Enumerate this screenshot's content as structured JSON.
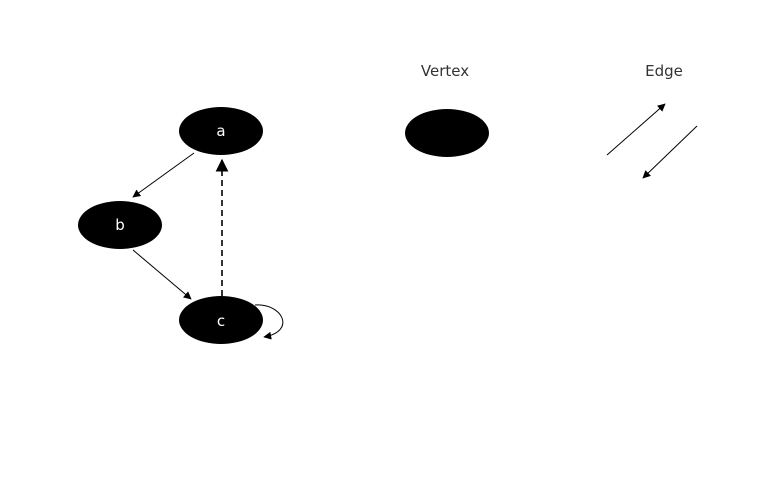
{
  "nodes": [
    {
      "id": "a",
      "label": "a"
    },
    {
      "id": "b",
      "label": "b"
    },
    {
      "id": "c",
      "label": "c"
    }
  ],
  "edges": [
    {
      "from": "a",
      "to": "b",
      "style": "solid"
    },
    {
      "from": "b",
      "to": "c",
      "style": "solid"
    },
    {
      "from": "c",
      "to": "a",
      "style": "dashed"
    },
    {
      "from": "c",
      "to": "c",
      "style": "solid",
      "self_loop": true
    }
  ],
  "legend": {
    "vertex_label": "Vertex",
    "edge_label": "Edge"
  },
  "colors": {
    "node_fill": "#000000",
    "node_text": "#ffffff",
    "edge_stroke": "#000000",
    "legend_text": "#333333",
    "background": "#ffffff"
  }
}
